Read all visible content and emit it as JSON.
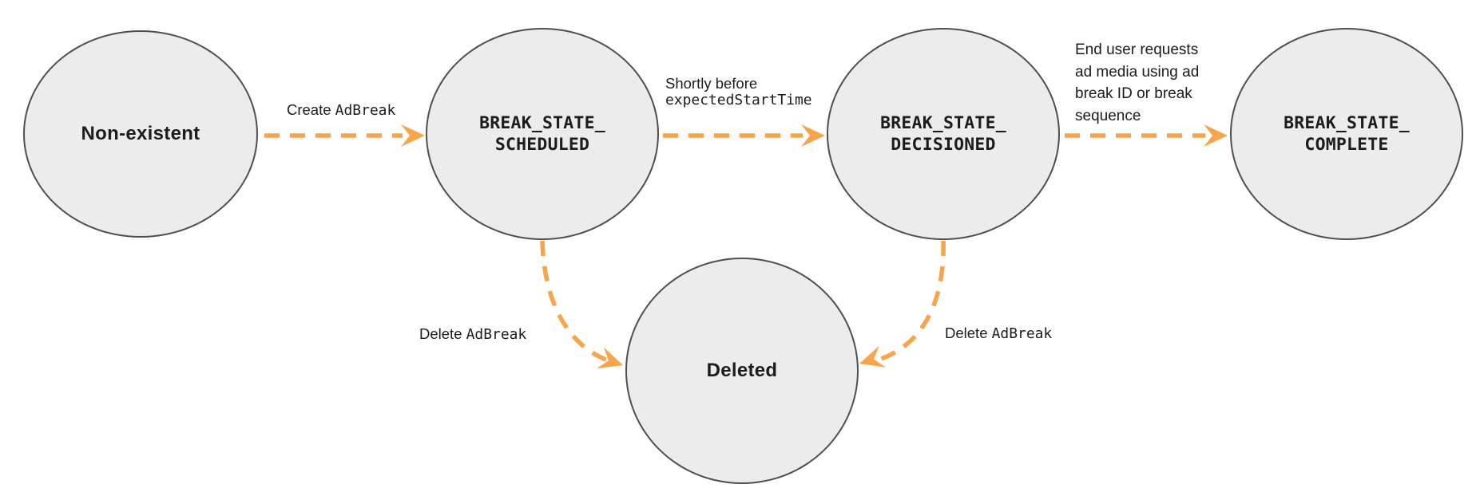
{
  "colors": {
    "node_fill": "#ececec",
    "node_border": "#4f4f4f",
    "arrow": "#f7a44a",
    "text": "#1c1c1c",
    "background": "#ffffff"
  },
  "nodes": {
    "non_existent": {
      "name": "Non-existent"
    },
    "scheduled": {
      "line1": "BREAK_STATE_",
      "line2": "SCHEDULED"
    },
    "decisioned": {
      "line1": "BREAK_STATE_",
      "line2": "DECISIONED"
    },
    "complete": {
      "line1": "BREAK_STATE_",
      "line2": "COMPLETE"
    },
    "deleted": {
      "name": "Deleted"
    }
  },
  "edges": {
    "create": {
      "plain": "Create ",
      "code": "AdBreak"
    },
    "to_decisioned": {
      "plain": "Shortly before",
      "code": "expectedStartTime"
    },
    "to_complete": {
      "line1": "End user requests",
      "line2": "ad media using ad",
      "line3": "break ID or break",
      "line4": "sequence"
    },
    "delete_from_scheduled": {
      "plain": "Delete ",
      "code": "AdBreak"
    },
    "delete_from_decisioned": {
      "plain": "Delete ",
      "code": "AdBreak"
    }
  }
}
